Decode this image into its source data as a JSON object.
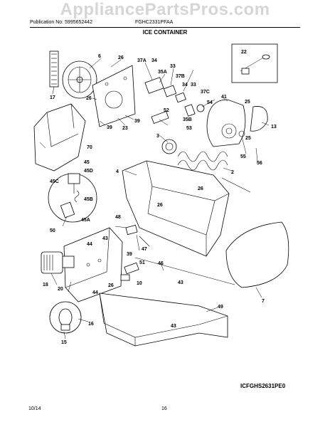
{
  "watermark": "AppliancePartsPros.com",
  "header": {
    "publication": "Publication No: 5995652442",
    "model": "FGHC2331PFAA",
    "title": "ICE CONTAINER"
  },
  "figure_ref": "ICFGHS2631PE0",
  "footer": {
    "date": "10/14",
    "page": "16"
  },
  "callouts": [
    "6",
    "26",
    "37A",
    "34",
    "33",
    "35A",
    "37B",
    "34",
    "33",
    "17",
    "26",
    "23",
    "39",
    "39",
    "52",
    "37C",
    "35B",
    "53",
    "54",
    "41",
    "25",
    "13",
    "22",
    "70",
    "3",
    "55",
    "25",
    "56",
    "4",
    "2",
    "45",
    "45D",
    "45C",
    "45B",
    "26",
    "26",
    "45A",
    "50",
    "48",
    "43",
    "44",
    "39",
    "47",
    "46",
    "51",
    "26",
    "10",
    "43",
    "18",
    "20",
    "44",
    "49",
    "7",
    "16",
    "43",
    "15"
  ]
}
